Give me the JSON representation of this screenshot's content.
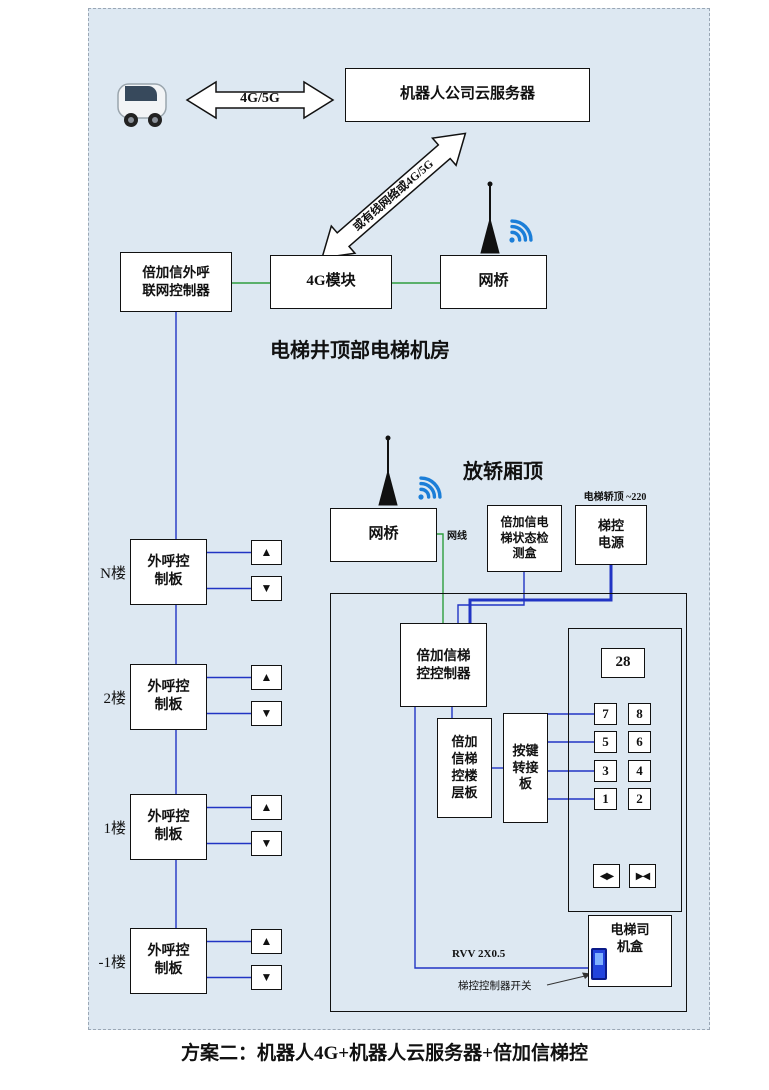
{
  "caption": "方案二：机器人4G+机器人云服务器+倍加信梯控",
  "top": {
    "cloud_server": "机器人公司云服务器",
    "link_4g5g": "4G/5G",
    "diagonal_link": "或有线网络或4G/5G"
  },
  "machine_room": {
    "label": "电梯井顶部电梯机房",
    "callbox_lines": [
      "倍加信外呼",
      "联网控制器"
    ],
    "module_4g": "4G模块",
    "bridge": "网桥"
  },
  "shaft": {
    "board_lines": [
      "外呼控",
      "制板"
    ],
    "floors": [
      {
        "label": "N楼"
      },
      {
        "label": "2楼"
      },
      {
        "label": "1楼"
      },
      {
        "label": "-1楼"
      }
    ]
  },
  "car_top": {
    "label": "放轿厢顶",
    "bridge": "网桥",
    "cable_label": "网线",
    "status_lines": [
      "倍加信电",
      "梯状态检",
      "测盒"
    ],
    "power_note": "电梯轿顶 ~220",
    "power_lines": [
      "梯控",
      "电源"
    ],
    "controller_lines": [
      "倍加信梯",
      "控控制器"
    ],
    "floor_board_lines": [
      "倍加",
      "信梯",
      "控楼",
      "层板"
    ],
    "key_adapter_lines": [
      "按键",
      "转接",
      "板"
    ],
    "display": "28",
    "buttons": [
      "7",
      "8",
      "5",
      "6",
      "3",
      "4",
      "1",
      "2"
    ],
    "driver_box_lines": [
      "电梯司",
      "机盒"
    ],
    "rvv_label": "RVV 2X0.5",
    "switch_label": "梯控控制器开关"
  },
  "icons": {
    "up": "▲",
    "down": "▼",
    "door_open": "◀▶",
    "door_close": "▶◀"
  },
  "colors": {
    "panel_bg": "#dde8f2",
    "wire_blue": "#2134c4",
    "wire_green": "#2e9e3e",
    "wifi_blue": "#1b7ed8"
  }
}
